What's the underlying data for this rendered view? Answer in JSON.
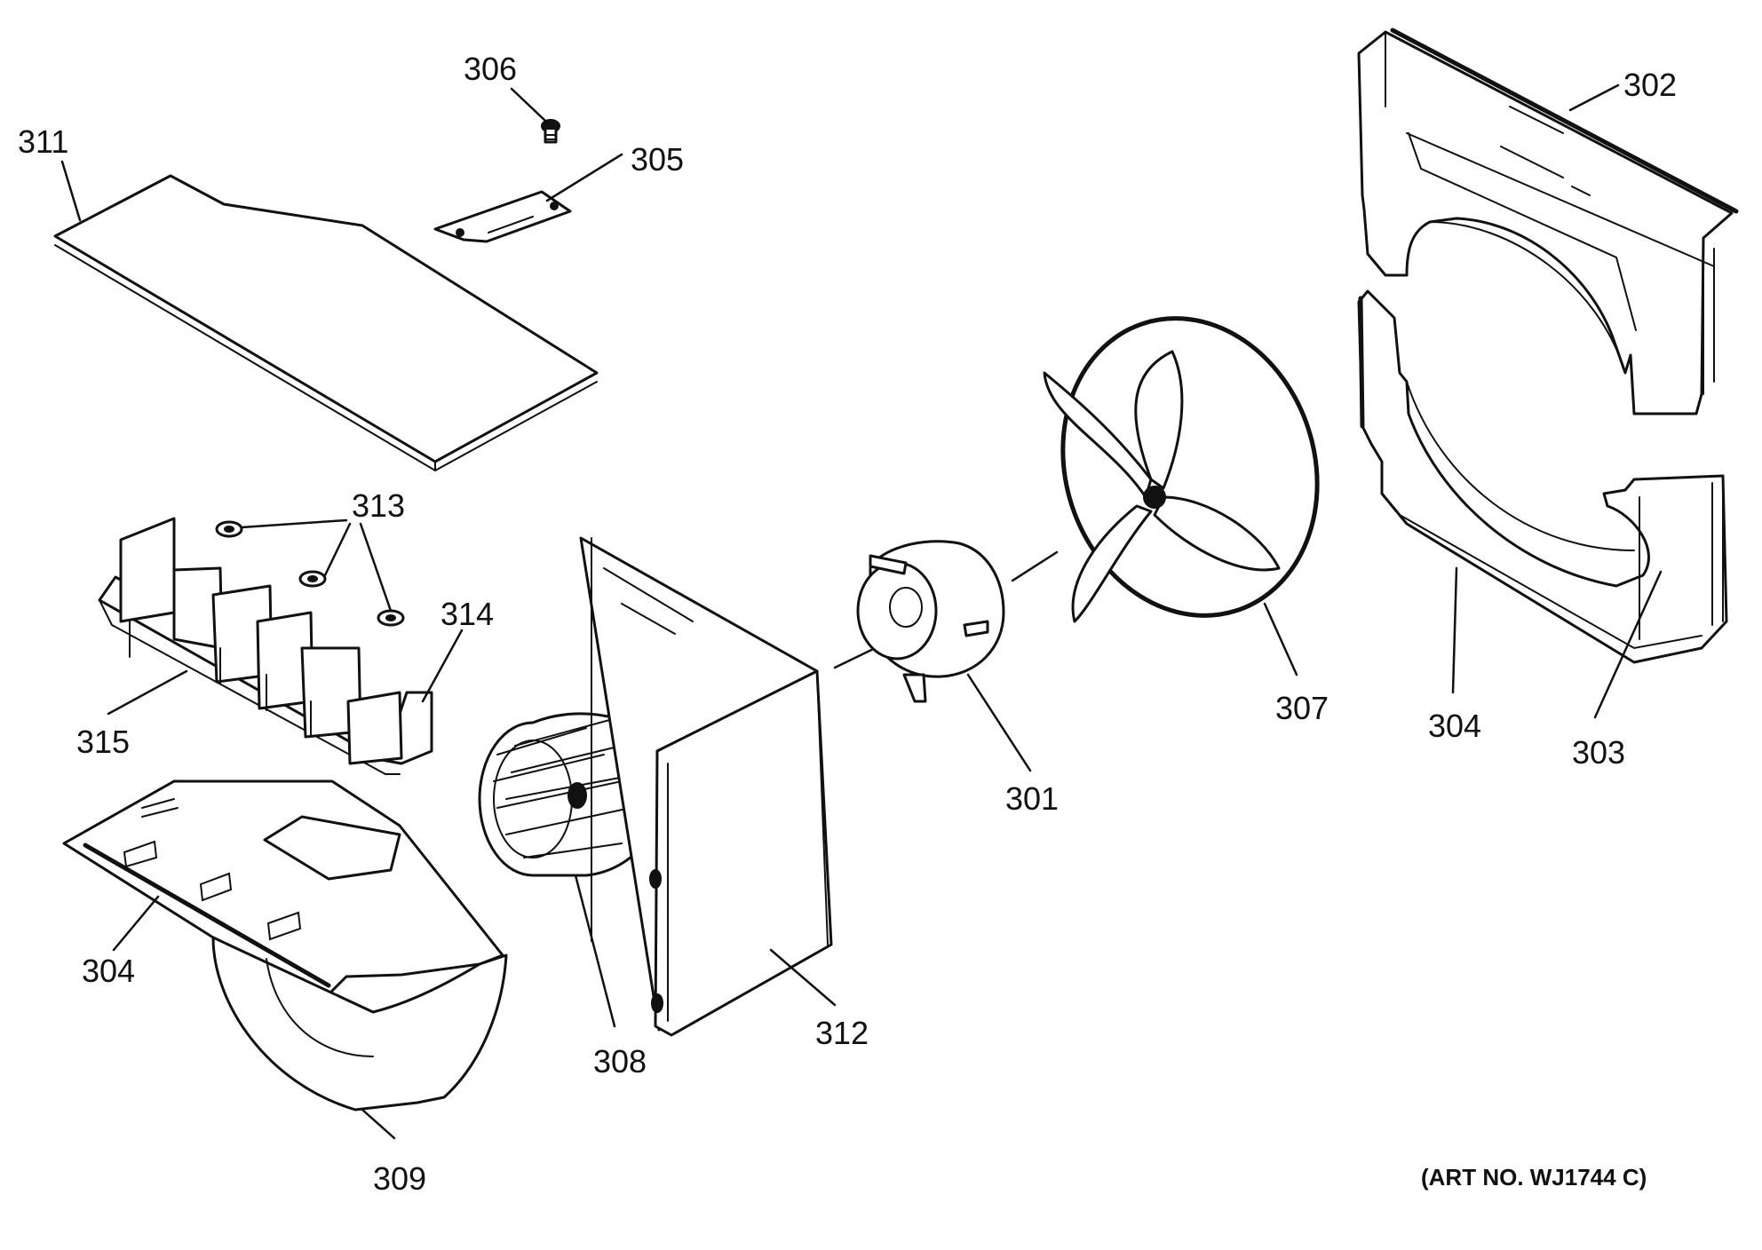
{
  "diagram": {
    "art_number": "(ART NO. WJ1744 C)",
    "callouts": {
      "c301": "301",
      "c302": "302",
      "c303": "303",
      "c304a": "304",
      "c304b": "304",
      "c305": "305",
      "c306": "306",
      "c307": "307",
      "c308": "308",
      "c309": "309",
      "c311": "311",
      "c312": "312",
      "c313": "313",
      "c314": "314",
      "c315": "315"
    }
  }
}
